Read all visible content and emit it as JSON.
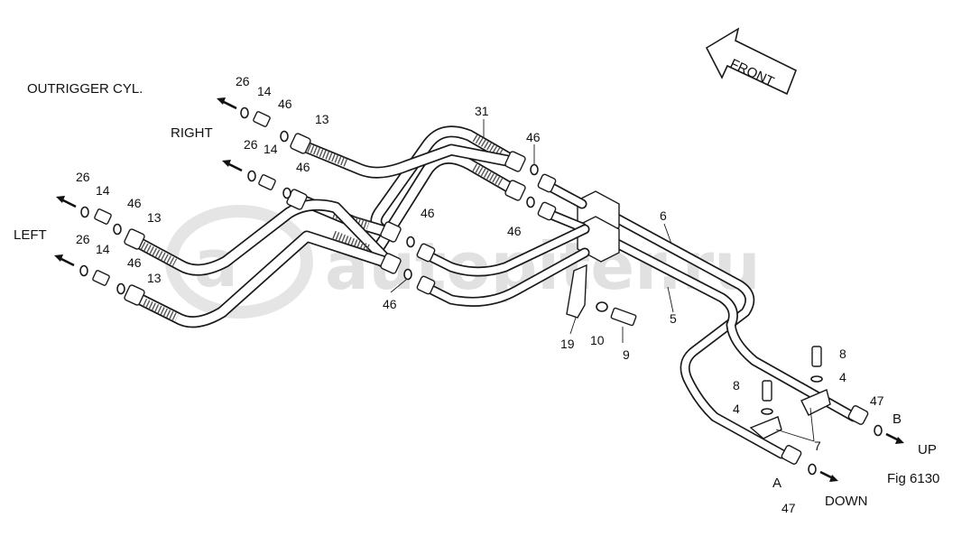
{
  "figure": {
    "title": "OUTRIGGER CYL.",
    "fig_label": "Fig 6130",
    "front_label": "FRONT",
    "watermark": "autopiter.ru"
  },
  "directions": {
    "right": "RIGHT",
    "left": "LEFT",
    "up": "UP",
    "down": "DOWN",
    "port_a": "A",
    "port_b": "B"
  },
  "callouts": {
    "c26a": "26",
    "c14a": "14",
    "c46a": "46",
    "c13a": "13",
    "c26b": "26",
    "c14b": "14",
    "c46b": "46",
    "c26c": "26",
    "c14c": "14",
    "c46c": "46",
    "c13c": "13",
    "c26d": "26",
    "c14d": "14",
    "c46d": "46",
    "c13d": "13",
    "c31": "31",
    "c46e": "46",
    "c46f": "46",
    "c46g": "46",
    "c46h": "46",
    "c6": "6",
    "c5": "5",
    "c19": "19",
    "c10": "10",
    "c9": "9",
    "c8a": "8",
    "c4a": "4",
    "c8b": "8",
    "c4b": "4",
    "c7": "7",
    "c47a": "47",
    "c47b": "47"
  },
  "colors": {
    "line": "#1a1a1a",
    "background": "#ffffff",
    "watermark": "#c9c9c9"
  }
}
